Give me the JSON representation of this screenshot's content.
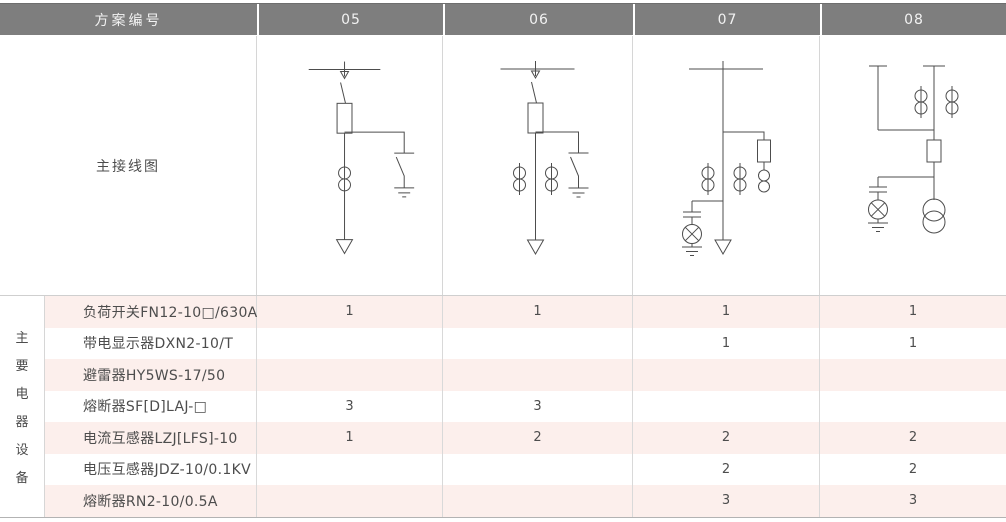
{
  "table": {
    "header": {
      "label": "方案编号",
      "schemes": [
        "05",
        "06",
        "07",
        "08"
      ]
    },
    "diagram_row_label": "主接线图",
    "side_label": "主要电器设备",
    "side_label_chars": [
      "主",
      "要",
      "电",
      "器",
      "设",
      "备"
    ],
    "equipment_rows": [
      {
        "name": "负荷开关FN12-10□/630A",
        "quantities": [
          "1",
          "1",
          "1",
          "1"
        ]
      },
      {
        "name": "带电显示器DXN2-10/T",
        "quantities": [
          "",
          "",
          "1",
          "1"
        ]
      },
      {
        "name": "避雷器HY5WS-17/50",
        "quantities": [
          "",
          "",
          "",
          ""
        ]
      },
      {
        "name": "熔断器SF[D]LAJ-□",
        "quantities": [
          "3",
          "3",
          "",
          ""
        ]
      },
      {
        "name": "电流互感器LZJ[LFS]-10",
        "quantities": [
          "1",
          "2",
          "2",
          "2"
        ]
      },
      {
        "name": "电压互感器JDZ-10/0.1KV",
        "quantities": [
          "",
          "",
          "2",
          "2"
        ]
      },
      {
        "name": "熔断器RN2-10/0.5A",
        "quantities": [
          "",
          "",
          "3",
          "3"
        ]
      }
    ],
    "diagrams": [
      {
        "scheme": "05",
        "components": [
          "busbar",
          "load-switch",
          "fuse",
          "earthing-switch",
          "current-transformer x1",
          "outgoing-feeder-arrow"
        ]
      },
      {
        "scheme": "06",
        "components": [
          "busbar",
          "load-switch",
          "fuse",
          "earthing-switch",
          "current-transformer x2",
          "outgoing-feeder-arrow"
        ]
      },
      {
        "scheme": "07",
        "components": [
          "busbar",
          "fuse-with-voltage-transformer-branch",
          "current-transformer x2",
          "live-display-indicator-with-earth",
          "outgoing-feeder-arrow"
        ]
      },
      {
        "scheme": "08",
        "components": [
          "two-incoming-terminals",
          "current-transformer x2",
          "fuse",
          "live-display-indicator-with-earth",
          "voltage-transformer"
        ]
      }
    ]
  },
  "colors": {
    "header_bg": "#7e7e7e",
    "header_text": "#f2f2f2",
    "row_pink": "#fcefec",
    "row_white": "#ffffff",
    "border_light": "#d6d6d6",
    "border_bottom": "#b3b3b3",
    "diagram_stroke": "#4d4d4d",
    "text": "#4d4d4d"
  }
}
